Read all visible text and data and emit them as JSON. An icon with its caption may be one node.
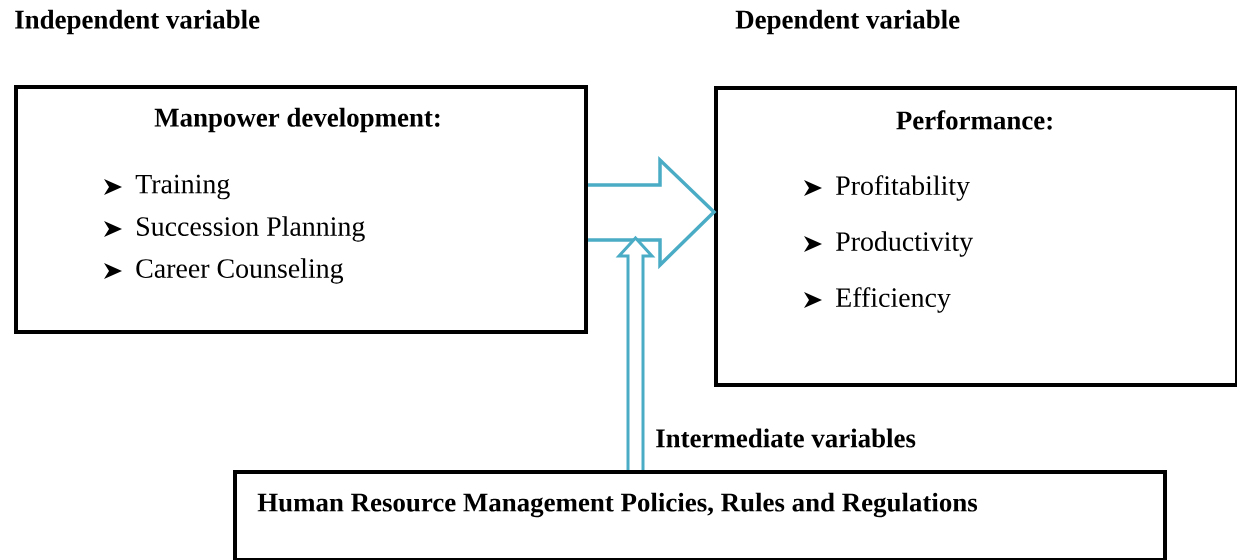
{
  "diagram": {
    "nodes": [
      {
        "text": [
          "Manpower development:",
          "Training",
          "Succession Planning",
          "Career Counseling"
        ]
      },
      {
        "text": [
          "Performance:",
          "Profitability",
          "Productivity",
          "Efficiency"
        ]
      },
      {
        "text": [
          "Human Resource Management Policies, Rules and Regulations"
        ]
      }
    ],
    "edges": [
      {
        "from": 0,
        "to": 1,
        "arrow": "to"
      },
      {
        "from": 2,
        "to": null,
        "arrow": "to"
      }
    ],
    "labels": [
      "Independent variable",
      "Dependent variable",
      "Intermediate variables"
    ]
  }
}
